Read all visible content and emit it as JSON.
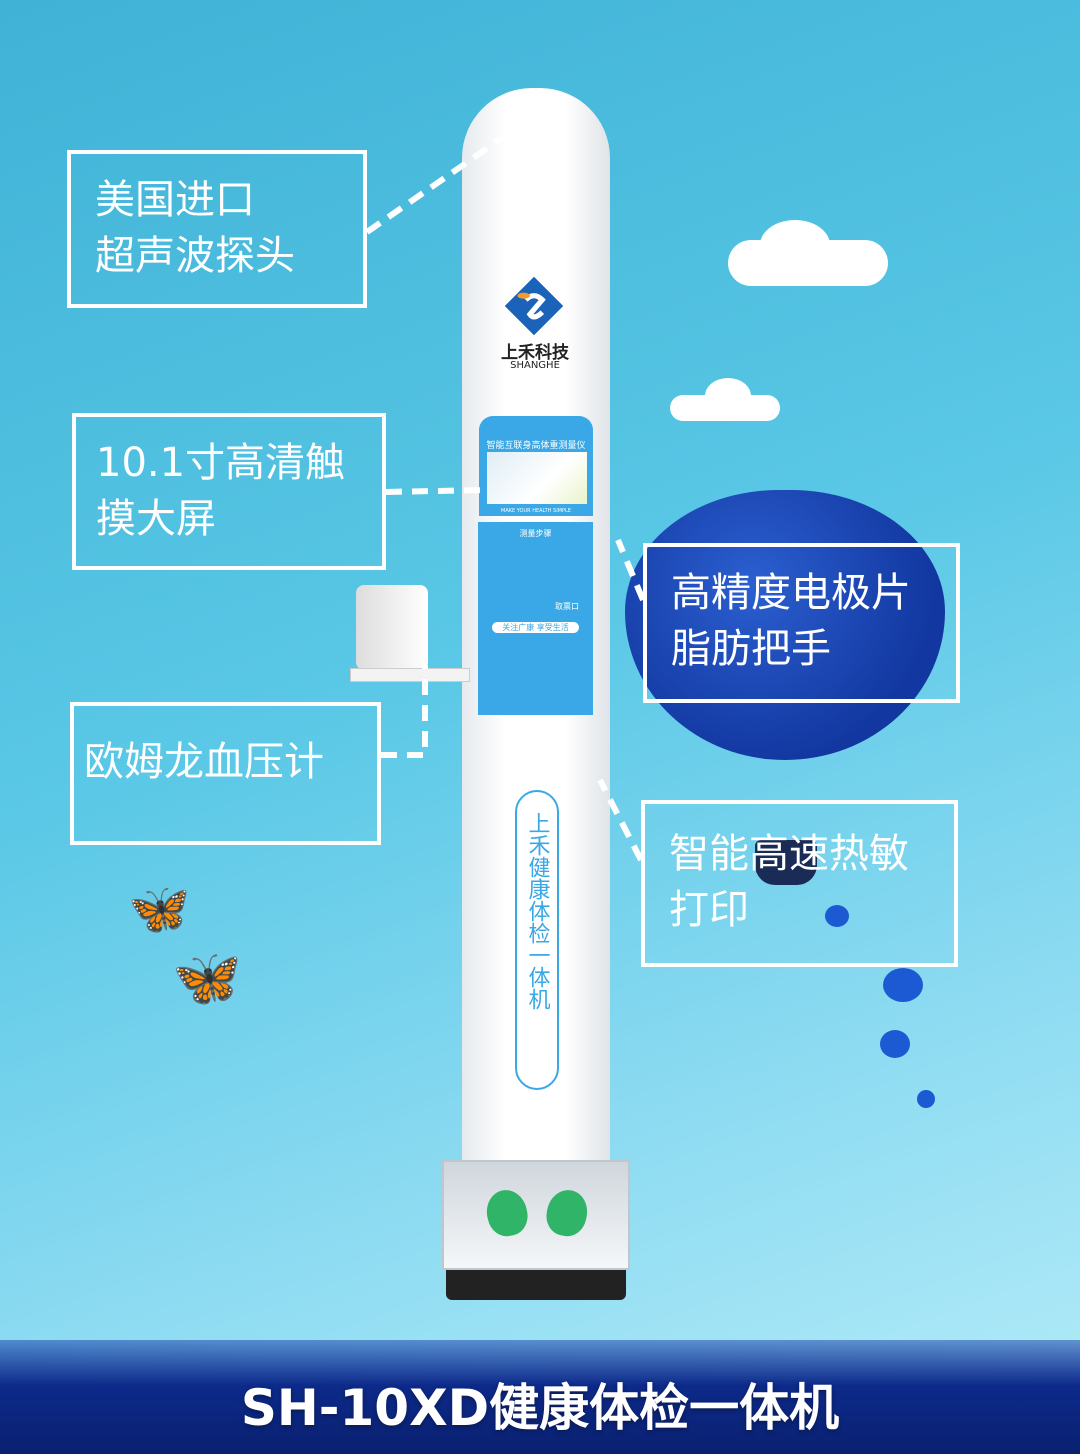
{
  "callouts": {
    "probe": {
      "line1": "美国进口",
      "line2": "超声波探头"
    },
    "screen": {
      "line1": "10.1寸高清触",
      "line2": "摸大屏"
    },
    "bp": {
      "line1": "欧姆龙血压计"
    },
    "electrode": {
      "line1": "高精度电极片",
      "line2": "脂肪把手"
    },
    "printer": {
      "line1": "智能高速热敏",
      "line2": "打印"
    }
  },
  "device": {
    "brand_cn": "上禾科技",
    "brand_en": "SHANGHE",
    "screen_title": "智能互联身高体重测量仪",
    "screen_sub": "MAKE YOUR HEALTH SIMPLE",
    "steps_title": "测量步骤",
    "ticket_label": "取票口",
    "follow_label": "关注广康 享受生活",
    "vertical_label": "上禾健康体检一体机"
  },
  "footer": {
    "title": "SH-10XD健康体检一体机"
  },
  "colors": {
    "accent": "#3aa8e6",
    "sky": "#5ac8e6",
    "grass": "#0d2a8a"
  }
}
